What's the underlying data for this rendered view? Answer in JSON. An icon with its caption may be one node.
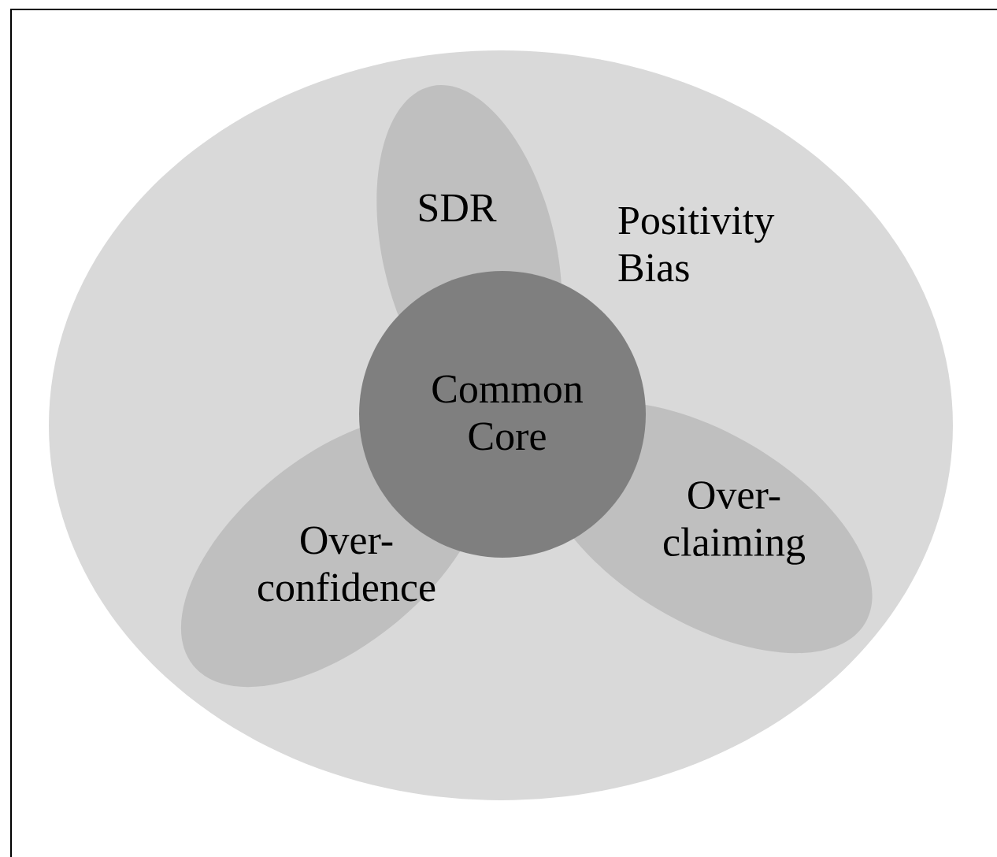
{
  "diagram": {
    "nodes": [
      {
        "text": [
          "Positivity Bias"
        ]
      },
      {
        "text": [
          "SDR"
        ],
        "in": 0
      },
      {
        "text": [
          "Over- claiming"
        ],
        "in": 0
      },
      {
        "text": [
          "Over- confidence"
        ],
        "in": 0
      },
      {
        "text": [
          "Common Core"
        ],
        "in": 0
      }
    ]
  }
}
